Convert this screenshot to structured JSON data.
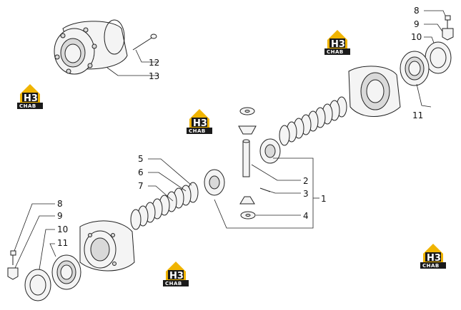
{
  "diagram": {
    "callouts": {
      "c1": "1",
      "c2": "2",
      "c3": "3",
      "c4": "4",
      "c5": "5",
      "c6": "6",
      "c7": "7",
      "c8_top": "8",
      "c9_top": "9",
      "c10_top": "10",
      "c11_right": "11",
      "c12": "12",
      "c13": "13",
      "c8_bottom": "8",
      "c9_bottom": "9",
      "c10_bottom": "10",
      "c11_bottom": "11"
    },
    "watermark": {
      "letters": "H3",
      "text": "CHAB",
      "color": "#f0b400",
      "dark": "#1a1a1a"
    }
  }
}
